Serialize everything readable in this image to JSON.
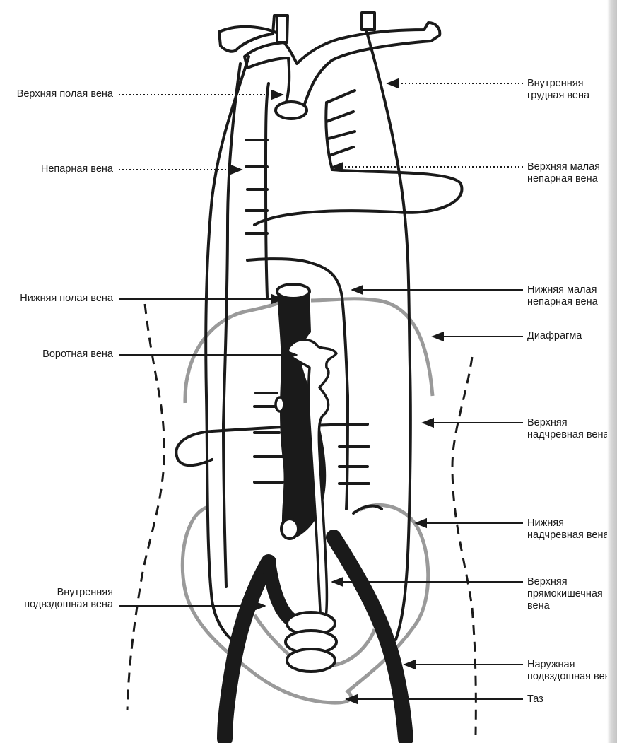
{
  "labels": {
    "svc": "Верхняя полая вена",
    "azygos": "Непарная вена",
    "ivc": "Нижняя полая вена",
    "portal": "Воротная вена",
    "int_iliac_1": "Внутренняя",
    "int_iliac_2": "подвздошная вена",
    "int_thoracic_1": "Внутренняя",
    "int_thoracic_2": "грудная вена",
    "sup_hemiazygos_1": "Верхняя малая",
    "sup_hemiazygos_2": "непарная вена",
    "inf_hemiazygos_1": "Нижняя малая",
    "inf_hemiazygos_2": "непарная вена",
    "diaphragm": "Диафрагма",
    "sup_epigastric_1": "Верхняя",
    "sup_epigastric_2": "надчревная вена",
    "inf_epigastric_1": "Нижняя",
    "inf_epigastric_2": "надчревная вена",
    "sup_rectal_1": "Верхняя",
    "sup_rectal_2": "прямокишечная",
    "sup_rectal_3": "вена",
    "ext_iliac_1": "Наружная",
    "ext_iliac_2": "подвздошная вена",
    "pelvis": "Таз"
  },
  "colors": {
    "ink": "#1a1a1a",
    "outline_gray": "#9a9a9a"
  }
}
